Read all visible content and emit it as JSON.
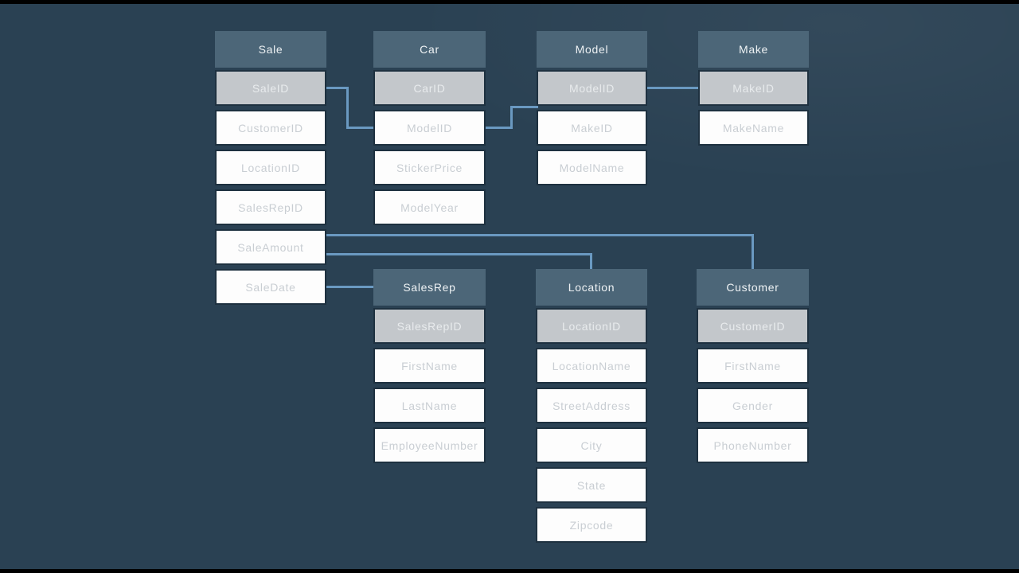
{
  "scene": {
    "type": "database-schema-diagram",
    "colors": {
      "background": "#2a4153",
      "letterbox": "#000000",
      "table-header-fill": "#4c6678",
      "table-header-text": "#eef2f4",
      "pk-row-fill": "#c3c7cb",
      "pk-row-text": "#e8ebed",
      "row-fill": "#fdfdfd",
      "row-text": "#c9ced3",
      "row-border": "#1e3140",
      "connector": "#6a99c1"
    }
  },
  "tables": [
    {
      "name": "Sale",
      "rows": [
        {
          "label": "SaleID",
          "pk": true
        },
        {
          "label": "CustomerID",
          "pk": false
        },
        {
          "label": "LocationID",
          "pk": false
        },
        {
          "label": "SalesRepID",
          "pk": false
        },
        {
          "label": "SaleAmount",
          "pk": false
        },
        {
          "label": "SaleDate",
          "pk": false
        }
      ]
    },
    {
      "name": "Car",
      "rows": [
        {
          "label": "CarID",
          "pk": true
        },
        {
          "label": "ModelID",
          "pk": false
        },
        {
          "label": "StickerPrice",
          "pk": false
        },
        {
          "label": "ModelYear",
          "pk": false
        }
      ]
    },
    {
      "name": "Model",
      "rows": [
        {
          "label": "ModelID",
          "pk": true
        },
        {
          "label": "MakeID",
          "pk": false
        },
        {
          "label": "ModelName",
          "pk": false
        }
      ]
    },
    {
      "name": "Make",
      "rows": [
        {
          "label": "MakeID",
          "pk": true
        },
        {
          "label": "MakeName",
          "pk": false
        }
      ]
    },
    {
      "name": "SalesRep",
      "rows": [
        {
          "label": "SalesRepID",
          "pk": true
        },
        {
          "label": "FirstName",
          "pk": false
        },
        {
          "label": "LastName",
          "pk": false
        },
        {
          "label": "EmployeeNumber",
          "pk": false
        }
      ]
    },
    {
      "name": "Location",
      "rows": [
        {
          "label": "LocationID",
          "pk": true
        },
        {
          "label": "LocationName",
          "pk": false
        },
        {
          "label": "StreetAddress",
          "pk": false
        },
        {
          "label": "City",
          "pk": false
        },
        {
          "label": "State",
          "pk": false
        },
        {
          "label": "Zipcode",
          "pk": false
        }
      ]
    },
    {
      "name": "Customer",
      "rows": [
        {
          "label": "CustomerID",
          "pk": true
        },
        {
          "label": "FirstName",
          "pk": false
        },
        {
          "label": "Gender",
          "pk": false
        },
        {
          "label": "PhoneNumber",
          "pk": false
        }
      ]
    }
  ],
  "connectors": [
    {
      "from": "Sale.SaleID",
      "to": "Car.ModelID"
    },
    {
      "from": "Car.ModelID",
      "to": "Model.ModelID"
    },
    {
      "from": "Model.ModelID",
      "to": "Make.MakeID"
    },
    {
      "from": "Sale",
      "to": "Customer"
    },
    {
      "from": "Sale",
      "to": "Location"
    },
    {
      "from": "Sale.SaleDate",
      "to": "SalesRep"
    }
  ]
}
